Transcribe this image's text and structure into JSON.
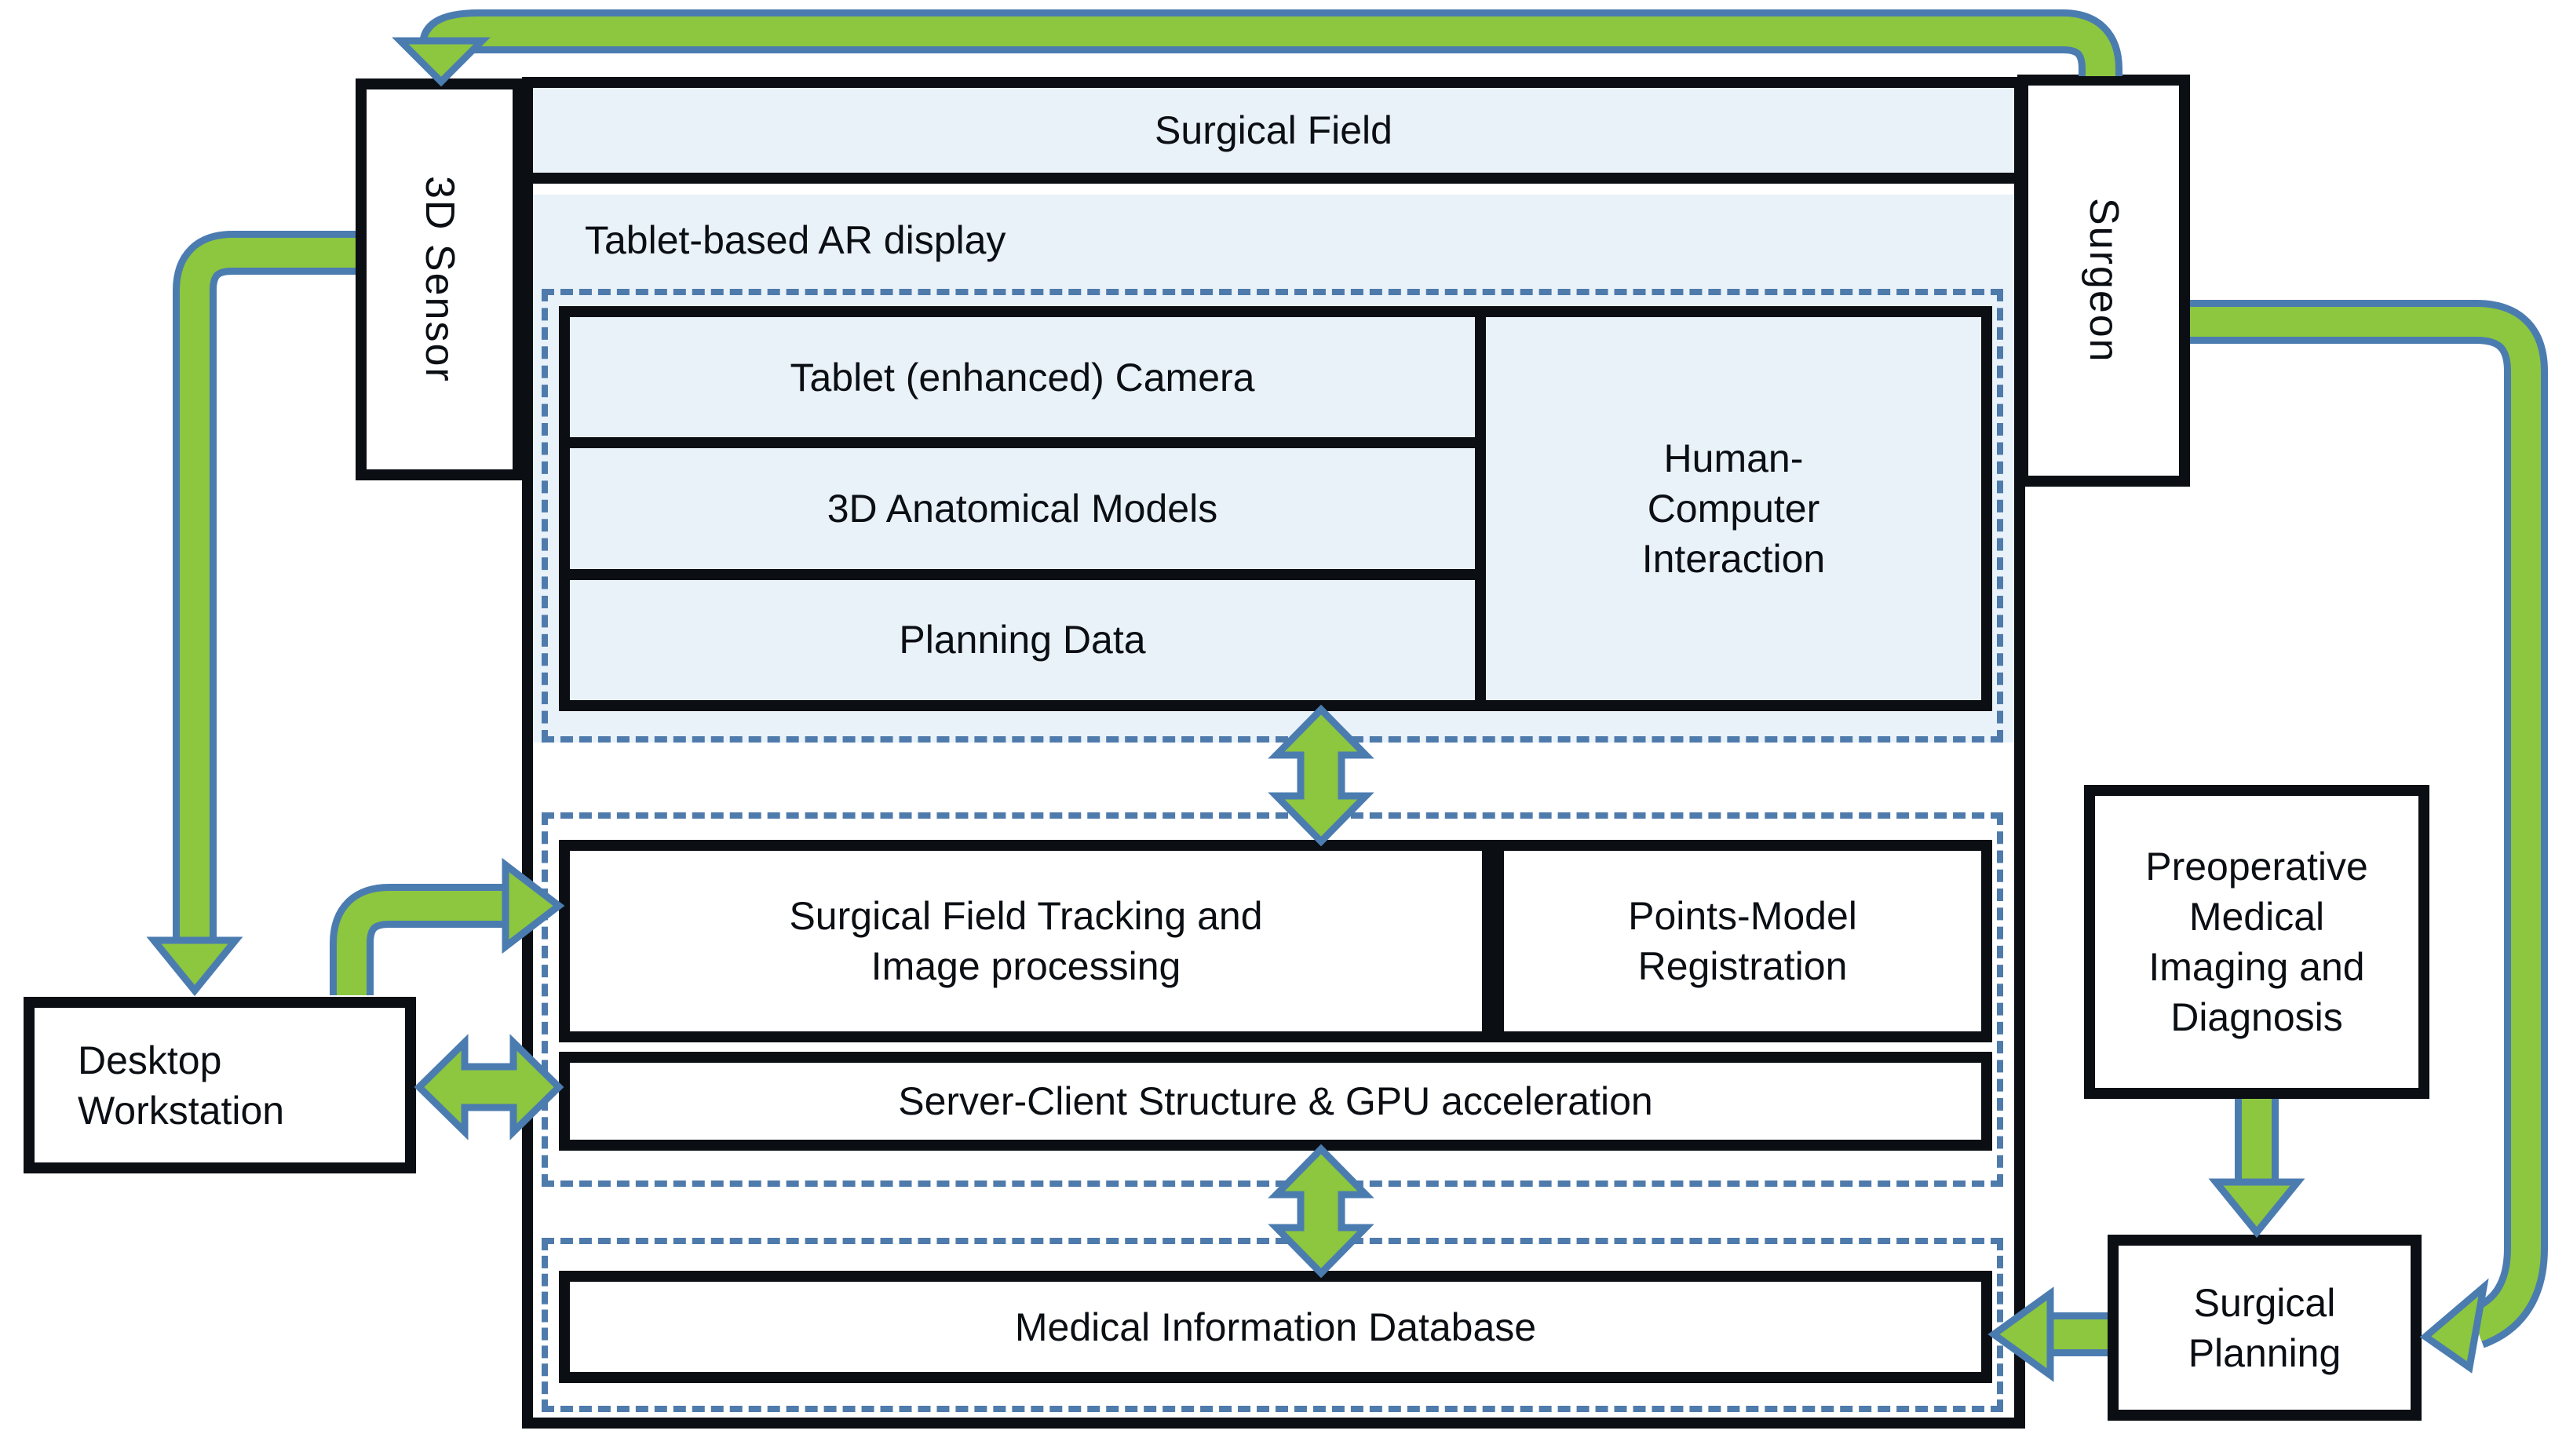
{
  "diagram_title": "Tablet-based AR surgical navigation system architecture",
  "colors": {
    "arrow_green": "#8dc63f",
    "arrow_outline_blue": "#4b7cb0",
    "dashed_border_blue": "#4e7bab",
    "panel_light_blue": "#e9f1f9",
    "line_black": "#0b0f14"
  },
  "nodes": {
    "surgical_field": "Surgical Field",
    "ar_display": "Tablet-based AR display",
    "tablet_camera": "Tablet (enhanced) Camera",
    "anatomical_models": "3D Anatomical Models",
    "planning_data": "Planning Data",
    "hci_l1": "Human-",
    "hci_l2": "Computer",
    "hci_l3": "Interaction",
    "tracking_l1": "Surgical Field Tracking and",
    "tracking_l2": "Image processing",
    "registration_l1": "Points-Model",
    "registration_l2": "Registration",
    "server_client": "Server-Client Structure & GPU acceleration",
    "database": "Medical Information Database",
    "sensor": "3D Sensor",
    "surgeon": "Surgeon",
    "workstation_l1": "Desktop",
    "workstation_l2": "Workstation",
    "preop_l1": "Preoperative",
    "preop_l2": "Medical",
    "preop_l3": "Imaging and",
    "preop_l4": "Diagnosis",
    "surgical_planning_l1": "Surgical",
    "surgical_planning_l2": "Planning"
  }
}
